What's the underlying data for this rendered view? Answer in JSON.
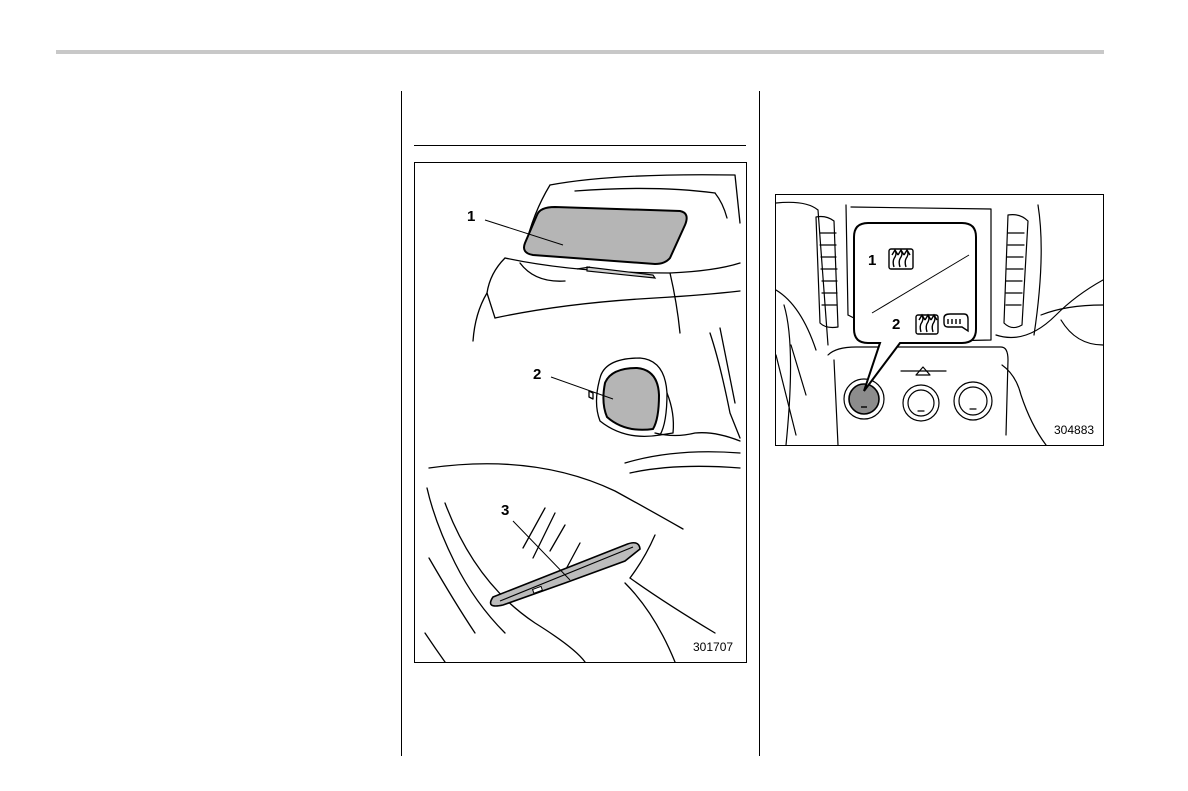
{
  "figures": {
    "rear_window_figure": {
      "id": "301707",
      "callouts": [
        "1",
        "2",
        "3"
      ]
    },
    "defogger_figure": {
      "id": "304883",
      "callouts": [
        "1",
        "2"
      ]
    }
  }
}
